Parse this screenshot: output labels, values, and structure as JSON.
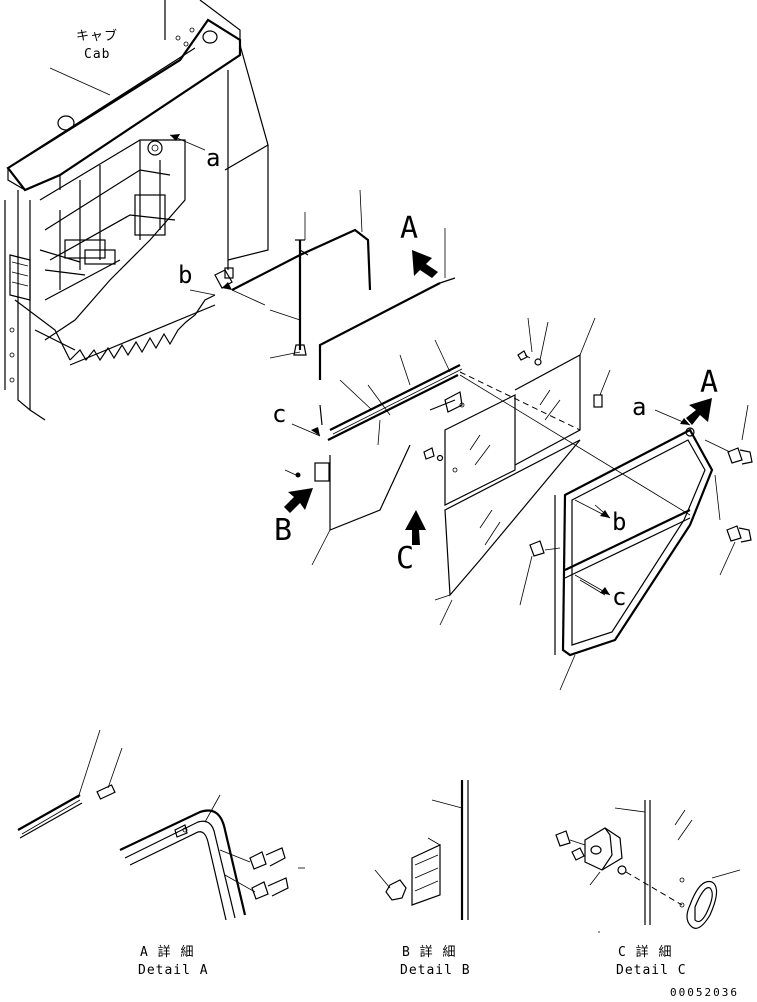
{
  "labels": {
    "cab_jp": "キャブ",
    "cab_en": "Cab",
    "ref_a_small": "a",
    "ref_b_small": "b",
    "ref_c_small": "c",
    "view_A": "A",
    "view_A_right": "A",
    "view_B": "B",
    "view_C": "C",
    "right_a": "a",
    "right_b": "b",
    "right_c": "c",
    "detail_a_jp": "A 詳 細",
    "detail_a_en": "Detail A",
    "detail_b_jp": "B 詳 細",
    "detail_b_en": "Detail B",
    "detail_c_jp": "C 詳 細",
    "detail_c_en": "Detail C",
    "drawing_no": "00052036"
  }
}
